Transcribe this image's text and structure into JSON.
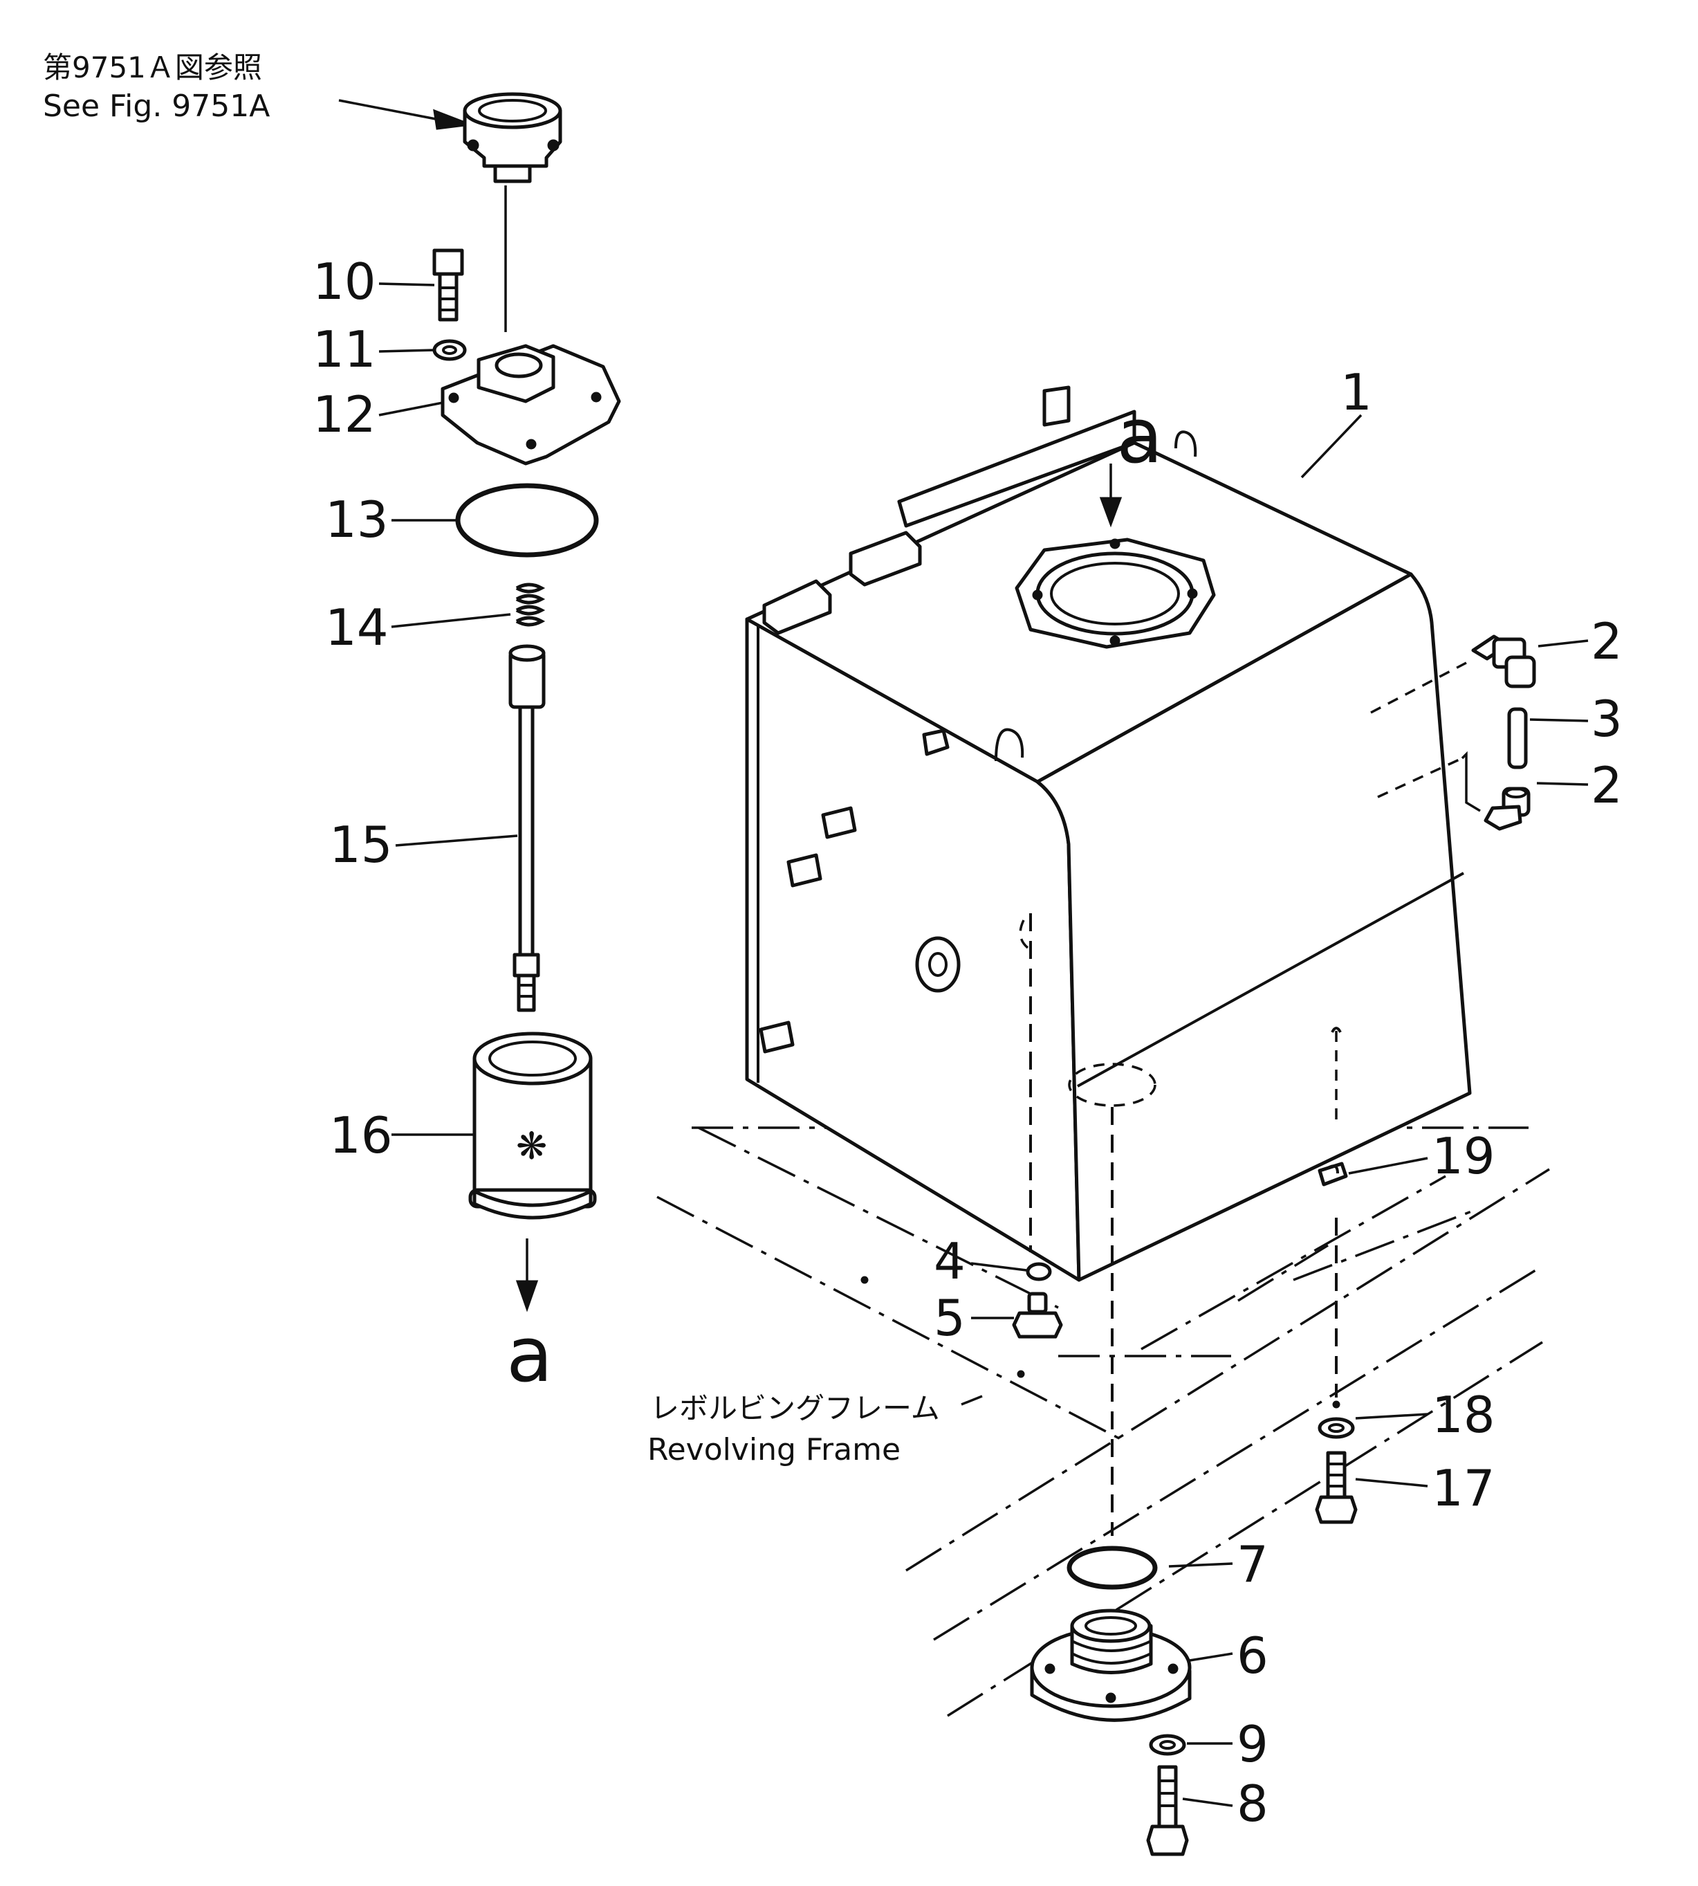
{
  "reference_note": {
    "line_jp": "第9751Ａ図参照",
    "line_en": "See  Fig. 9751A"
  },
  "frame_label": {
    "line_jp": "レボルビングフレーム",
    "line_en": "Revolving  Frame"
  },
  "view_markers": {
    "top_marker": "a",
    "bottom_marker": "a"
  },
  "parts": [
    {
      "number": "1"
    },
    {
      "number": "2"
    },
    {
      "number": "3"
    },
    {
      "number": "2"
    },
    {
      "number": "4"
    },
    {
      "number": "5"
    },
    {
      "number": "6"
    },
    {
      "number": "7"
    },
    {
      "number": "8"
    },
    {
      "number": "9"
    },
    {
      "number": "10"
    },
    {
      "number": "11"
    },
    {
      "number": "12"
    },
    {
      "number": "13"
    },
    {
      "number": "14"
    },
    {
      "number": "15"
    },
    {
      "number": "16"
    },
    {
      "number": "17"
    },
    {
      "number": "18"
    },
    {
      "number": "19"
    }
  ]
}
